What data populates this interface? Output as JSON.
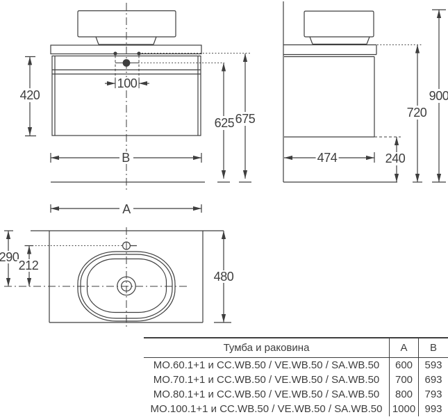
{
  "views": {
    "front": {
      "labels": {
        "cabinet_height": "420",
        "faucet_hole_spacing": "100",
        "width": "B",
        "faucet_height": "625",
        "counter_height": "675"
      }
    },
    "side": {
      "labels": {
        "total_height": "900",
        "counter_top_height": "720",
        "depth": "474",
        "bottom_clearance": "240"
      }
    },
    "plan": {
      "labels": {
        "width": "A",
        "edge_to_drain": "290",
        "faucet_to_drain": "212",
        "depth": "480"
      }
    }
  },
  "table": {
    "header": {
      "product": "Тумба и раковина",
      "col_a": "A",
      "col_b": "B"
    },
    "rows": [
      {
        "product": "MO.60.1+1 и CC.WB.50 / VE.WB.50 / SA.WB.50",
        "a": "600",
        "b": "593"
      },
      {
        "product": "MO.70.1+1 и CC.WB.50 / VE.WB.50 / SA.WB.50",
        "a": "700",
        "b": "693"
      },
      {
        "product": "MO.80.1+1 и CC.WB.50 / VE.WB.50 / SA.WB.50",
        "a": "800",
        "b": "793"
      },
      {
        "product": "MO.100.1+1 и CC.WB.50 / VE.WB.50 / SA.WB.50",
        "a": "1000",
        "b": "993"
      }
    ]
  },
  "colors": {
    "line": "#3e3e3e",
    "background": "#ffffff"
  }
}
